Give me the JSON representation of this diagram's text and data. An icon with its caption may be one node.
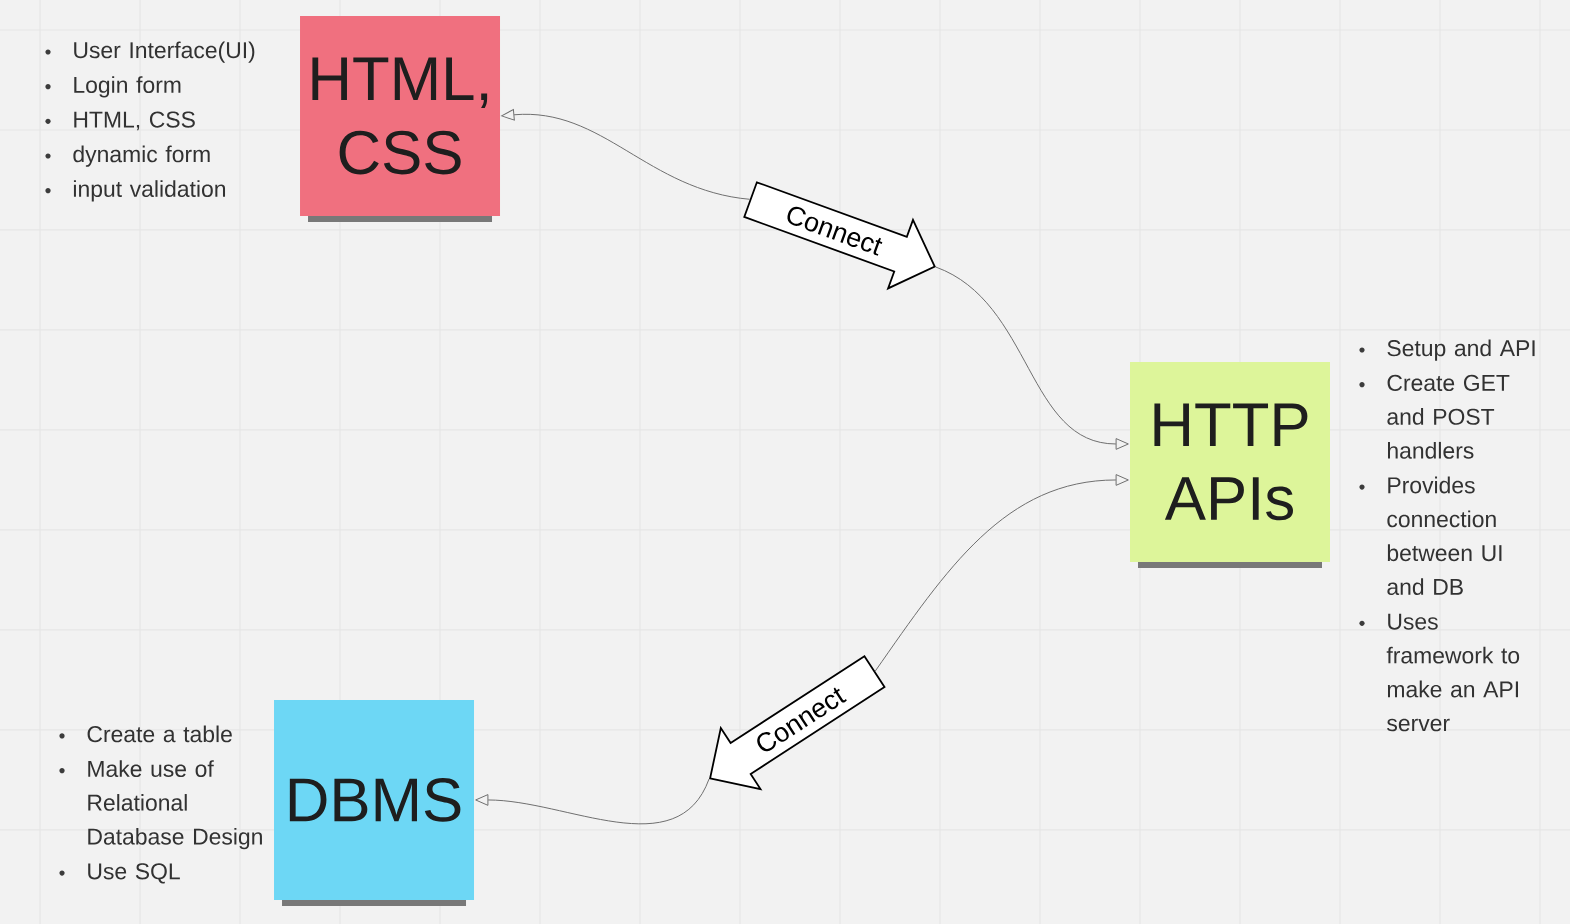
{
  "diagram": {
    "nodes": [
      {
        "text": [
          "HTML, CSS"
        ],
        "beside": [
          "User Interface(UI)",
          "Login form",
          "HTML, CSS",
          "dynamic form",
          "input validation"
        ]
      },
      {
        "text": [
          "HTTP APIs"
        ],
        "beside": [
          "Setup and API",
          "Create GET and POST handlers",
          "Provides connection between UI and DB",
          "Uses framework to make an API server"
        ]
      },
      {
        "text": [
          "DBMS"
        ],
        "beside": [
          "Create a table",
          "Make use of Relational Database Design",
          "Use SQL"
        ]
      },
      {
        "text": [
          "Connect"
        ]
      },
      {
        "text": [
          "Connect"
        ]
      }
    ],
    "edges": [
      {
        "from": 3,
        "to": 0,
        "arrow": "to"
      },
      {
        "from": 3,
        "to": 1,
        "arrow": "to"
      },
      {
        "from": 4,
        "to": 1,
        "arrow": "to"
      },
      {
        "from": 4,
        "to": 2,
        "arrow": "to"
      }
    ]
  }
}
